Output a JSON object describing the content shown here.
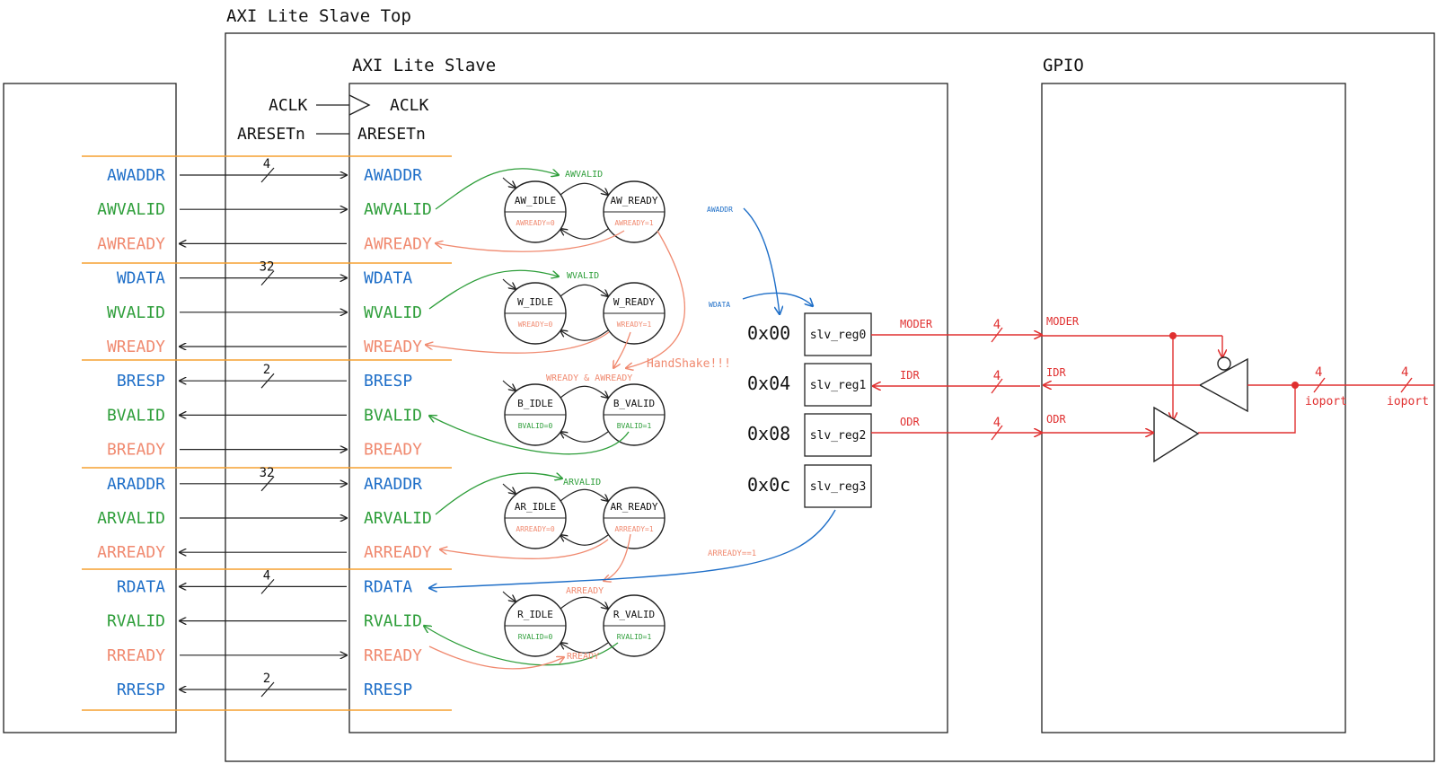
{
  "titles": {
    "top": "AXI Lite Slave Top",
    "slave": "AXI Lite Slave",
    "gpio": "GPIO"
  },
  "clock": {
    "aclk_left": "ACLK",
    "aclk_right": "ACLK",
    "areset_left": "ARESETn",
    "areset_right": "ARESETn"
  },
  "signals": [
    {
      "name": "AWADDR",
      "color": "#1f6fc8",
      "dir": "in",
      "width": "4"
    },
    {
      "name": "AWVALID",
      "color": "#2e9e3a",
      "dir": "in",
      "width": ""
    },
    {
      "name": "AWREADY",
      "color": "#f08a70",
      "dir": "out",
      "width": ""
    },
    {
      "name": "WDATA",
      "color": "#1f6fc8",
      "dir": "in",
      "width": "32"
    },
    {
      "name": "WVALID",
      "color": "#2e9e3a",
      "dir": "in",
      "width": ""
    },
    {
      "name": "WREADY",
      "color": "#f08a70",
      "dir": "out",
      "width": ""
    },
    {
      "name": "BRESP",
      "color": "#1f6fc8",
      "dir": "out",
      "width": "2"
    },
    {
      "name": "BVALID",
      "color": "#2e9e3a",
      "dir": "out",
      "width": ""
    },
    {
      "name": "BREADY",
      "color": "#f08a70",
      "dir": "in",
      "width": ""
    },
    {
      "name": "ARADDR",
      "color": "#1f6fc8",
      "dir": "in",
      "width": "32"
    },
    {
      "name": "ARVALID",
      "color": "#2e9e3a",
      "dir": "in",
      "width": ""
    },
    {
      "name": "ARREADY",
      "color": "#f08a70",
      "dir": "out",
      "width": ""
    },
    {
      "name": "RDATA",
      "color": "#1f6fc8",
      "dir": "out",
      "width": "4"
    },
    {
      "name": "RVALID",
      "color": "#2e9e3a",
      "dir": "out",
      "width": ""
    },
    {
      "name": "RREADY",
      "color": "#f08a70",
      "dir": "in",
      "width": ""
    },
    {
      "name": "RRESP",
      "color": "#1f6fc8",
      "dir": "out",
      "width": "2"
    }
  ],
  "fsms": [
    {
      "idle": "AW_IDLE",
      "idle_out": "AWREADY=0",
      "active": "AW_READY",
      "active_out": "AWREADY=1",
      "out_color": "#f08a70",
      "trigger": "AWVALID"
    },
    {
      "idle": "W_IDLE",
      "idle_out": "WREADY=0",
      "active": "W_READY",
      "active_out": "WREADY=1",
      "out_color": "#f08a70",
      "trigger": "WVALID"
    },
    {
      "idle": "B_IDLE",
      "idle_out": "BVALID=0",
      "active": "B_VALID",
      "active_out": "BVALID=1",
      "out_color": "#2e9e3a",
      "trigger": "WREADY & AWREADY"
    },
    {
      "idle": "AR_IDLE",
      "idle_out": "ARREADY=0",
      "active": "AR_READY",
      "active_out": "ARREADY=1",
      "out_color": "#f08a70",
      "trigger": "ARVALID"
    },
    {
      "idle": "R_IDLE",
      "idle_out": "RVALID=0",
      "active": "R_VALID",
      "active_out": "RVALID=1",
      "out_color": "#2e9e3a",
      "trigger": "ARREADY"
    }
  ],
  "annotations": {
    "handshake": "HandShake!!!",
    "awaddr_small": "AWADDR",
    "wdata_small": "WDATA",
    "arready_cond": "ARREADY==1",
    "rready": "RREADY"
  },
  "registers": [
    {
      "addr": "0x00",
      "name": "slv_reg0",
      "signal": "MODER",
      "gpio_label": "MODER",
      "width": "4"
    },
    {
      "addr": "0x04",
      "name": "slv_reg1",
      "signal": "IDR",
      "gpio_label": "IDR",
      "width": "4"
    },
    {
      "addr": "0x08",
      "name": "slv_reg2",
      "signal": "ODR",
      "gpio_label": "ODR",
      "width": "4"
    },
    {
      "addr": "0x0c",
      "name": "slv_reg3"
    }
  ],
  "ioport": {
    "label_inner": "ioport",
    "label_outer": "ioport",
    "width_inner": "4",
    "width_outer": "4"
  },
  "colors": {
    "address": "#1f6fc8",
    "valid": "#2e9e3a",
    "ready": "#f08a70",
    "gpio": "#e03030",
    "separator": "#f5a030"
  }
}
